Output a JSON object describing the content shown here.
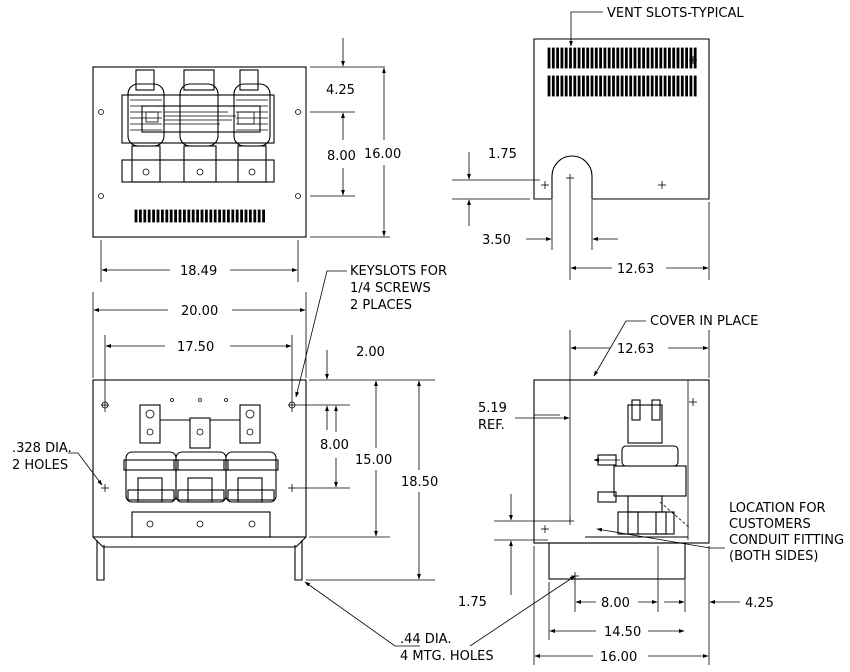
{
  "notes": {
    "vent_slots": "VENT SLOTS-TYPICAL",
    "keyslots": [
      "KEYSLOTS FOR",
      "1/4 SCREWS",
      "2 PLACES"
    ],
    "cover_in_place": "COVER IN PLACE",
    "holes_328": [
      ".328 DIA.",
      "2 HOLES"
    ],
    "ref_519": [
      "5.19",
      "REF."
    ],
    "conduit": [
      "LOCATION FOR",
      "CUSTOMERS",
      "CONDUIT FITTING",
      "(BOTH SIDES)"
    ],
    "mtg_holes": [
      ".44 DIA.",
      "4 MTG. HOLES"
    ]
  },
  "dims": {
    "d425_top": "4.25",
    "d800_top": "8.00",
    "d1600_top": "16.00",
    "d1849": "18.49",
    "d175_side": "1.75",
    "d350": "3.50",
    "d1263_top": "12.63",
    "d2000": "20.00",
    "d1750": "17.50",
    "d200": "2.00",
    "d800_front": "8.00",
    "d1500": "15.00",
    "d1850": "18.50",
    "d1263_bottom": "12.63",
    "d175_bottom": "1.75",
    "d800_bottom": "8.00",
    "d425_bottom": "4.25",
    "d1450": "14.50",
    "d1600_bottom": "16.00"
  }
}
